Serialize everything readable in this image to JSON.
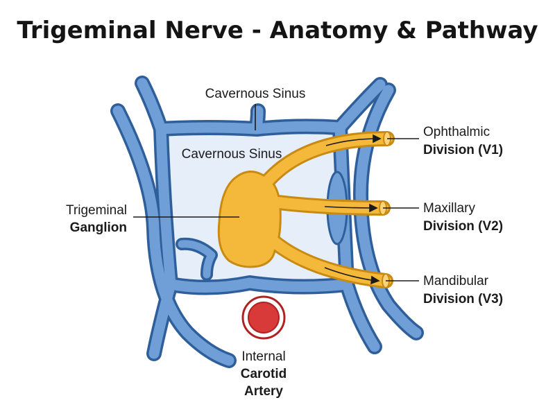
{
  "title": "Trigeminal Nerve - Anatomy & Pathway",
  "labels": {
    "cavernous_sinus_top": "Cavernous Sinus",
    "cavernous_sinus_inner": "Cavernous Sinus",
    "ganglion_line1": "Trigeminal",
    "ganglion_line2": "Ganglion",
    "v1_line1": "Ophthalmic",
    "v1_line2": "Division (V1)",
    "v2_line1": "Maxillary",
    "v2_line2": "Division (V2)",
    "v3_line1": "Mandibular",
    "v3_line2": "Division (V3)",
    "carotid_line1": "Internal",
    "carotid_line2": "Carotid",
    "carotid_line3": "Artery"
  },
  "colors": {
    "vessel_outline": "#2f5f9b",
    "vessel_fill": "#6f9fd6",
    "sinus_fill": "#e6eff9",
    "nerve_fill": "#f4b93a",
    "nerve_outline": "#c98a13",
    "artery_fill": "#d83a3a",
    "artery_outline": "#b02222"
  }
}
